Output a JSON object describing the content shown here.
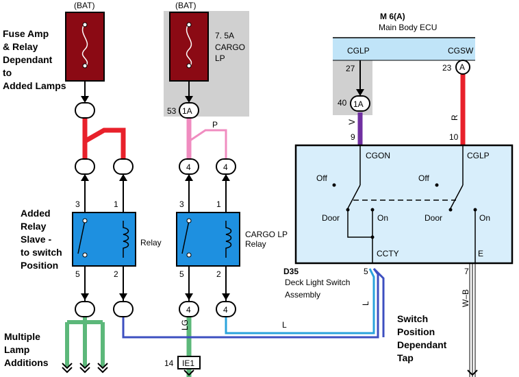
{
  "fuse_left": {
    "bat": "(BAT)"
  },
  "fuse_mid": {
    "bat": "(BAT)",
    "rating": "7. 5A",
    "name1": "CARGO",
    "name2": "LP",
    "pin": "53",
    "conn": "1A"
  },
  "ecu": {
    "ref": "M 6(A)",
    "name": "Main Body ECU",
    "cglp": "CGLP",
    "cgsw": "CGSW",
    "pin_cglp": "27",
    "pin_cgsw": "23",
    "conn_a": "A",
    "pin_40": "40",
    "conn_1a": "1A"
  },
  "wires": {
    "v": "V",
    "r": "R",
    "p": "P",
    "lg": "LG",
    "l": "L",
    "l2": "L",
    "wb": "W–B",
    "pin9": "9",
    "pin10": "10"
  },
  "switch": {
    "cgon": "CGON",
    "cglp": "CGLP",
    "off1": "Off",
    "off2": "Off",
    "door1": "Door",
    "on1": "On",
    "door2": "Door",
    "on2": "On",
    "ccty": "CCTY",
    "e": "E",
    "pin5": "5",
    "pin7": "7",
    "ref": "D35",
    "name1": "Deck Light Switch",
    "name2": "Assembly"
  },
  "relay1": {
    "name": "Relay",
    "p3": "3",
    "p1": "1",
    "p5": "5",
    "p2": "2"
  },
  "relay2": {
    "name1": "CARGO LP",
    "name2": "Relay",
    "p3": "3",
    "p1": "1",
    "p5": "5",
    "p2": "2",
    "c_top1": "4",
    "c_top2": "4",
    "c_bot1": "4",
    "c_bot2": "4"
  },
  "splice": {
    "pin": "14",
    "name": "IE1"
  },
  "notes": {
    "fuse_amp": [
      "Fuse Amp",
      "& Relay",
      "Dependant",
      " to",
      "Added Lamps"
    ],
    "slave": [
      "Added",
      "Relay",
      "Slave -",
      "to switch",
      "Position"
    ],
    "multi": [
      "Multiple",
      "Lamp",
      "Additions"
    ],
    "tap": [
      "Switch",
      "Position",
      "Dependant",
      "Tap"
    ]
  },
  "colors": {
    "red": "#e8212b",
    "pink": "#f08cc0",
    "green": "#5cb87a",
    "purple": "#7030a0",
    "blue": "#3d4fc0",
    "cyan": "#2aa3dc",
    "fuse": "#8b0a14",
    "relay": "#1e90e0",
    "ecu": "#c0e4f8",
    "switch": "#d8eefb",
    "gray": "#d0d0d0"
  }
}
